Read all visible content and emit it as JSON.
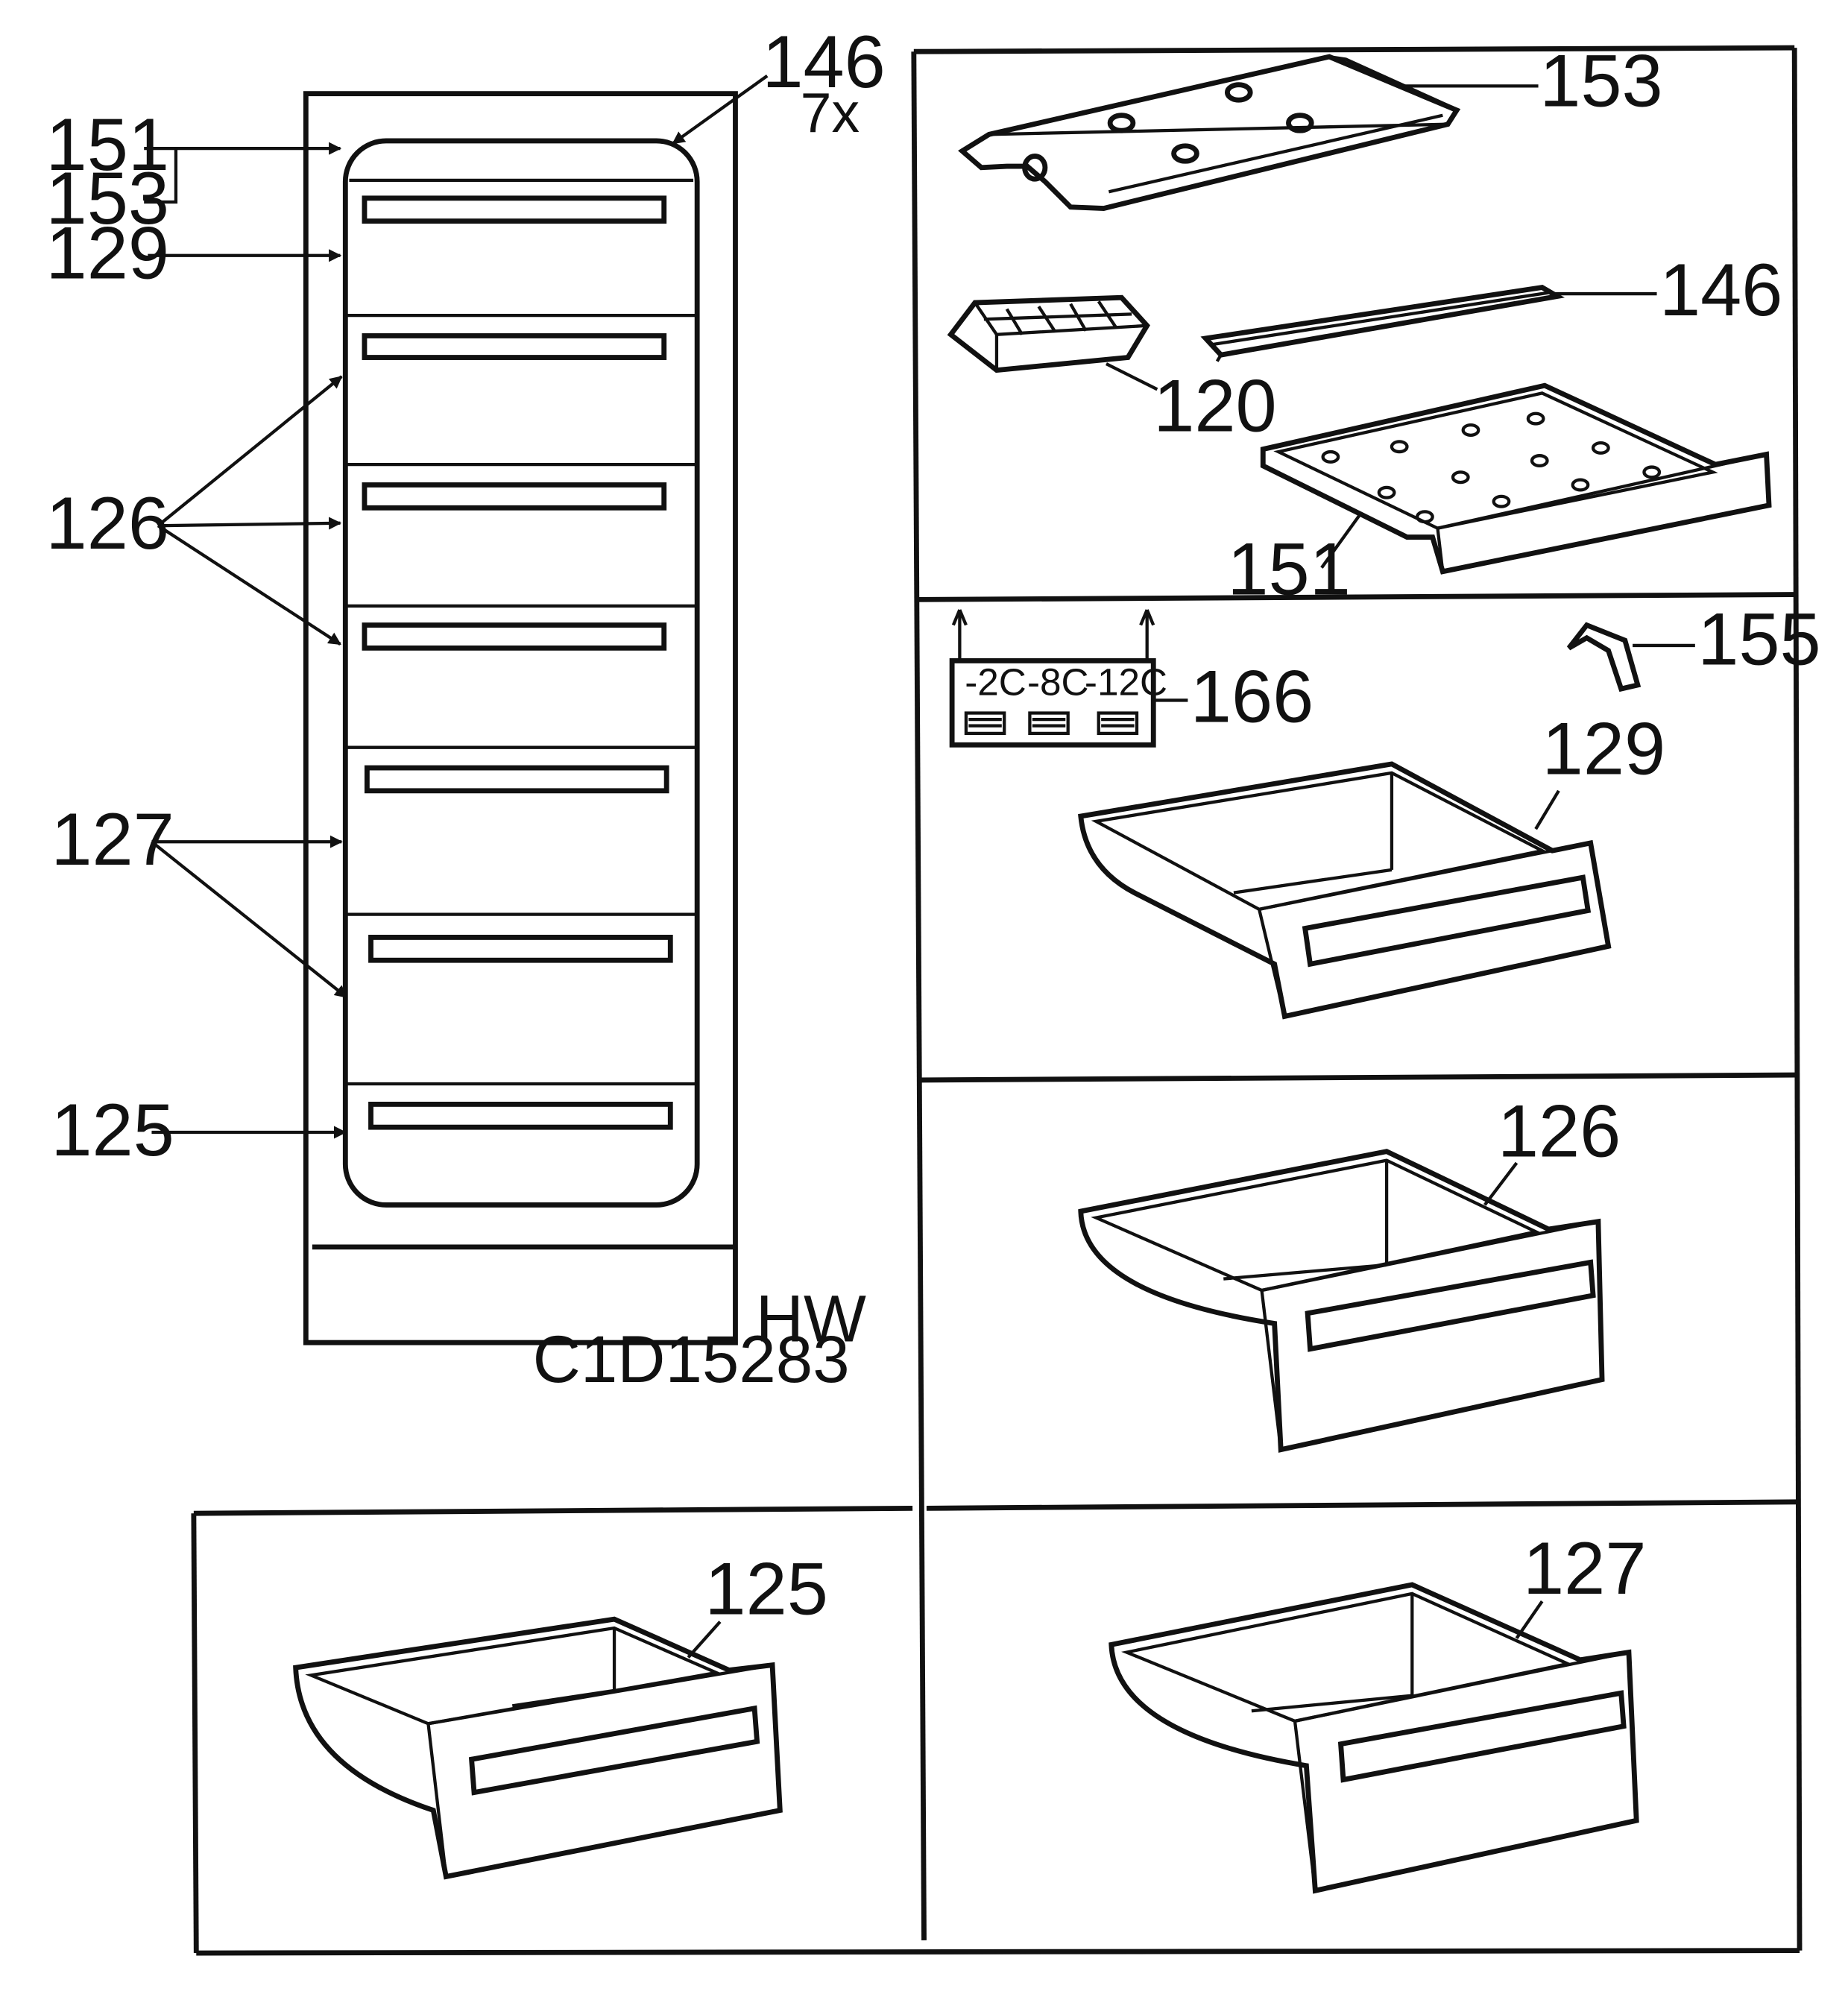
{
  "labels": {
    "p151_left": "151",
    "p153_left": "153",
    "p129_left": "129",
    "p126_left": "126",
    "p127_left": "127",
    "p125_left": "125",
    "p146_left": "146",
    "qty_7x": "7x",
    "hw": "HW",
    "drawing_code": "C1D15283",
    "p153": "153",
    "p146": "146",
    "p120": "120",
    "p151": "151",
    "p166": "166",
    "p155": "155",
    "p129": "129",
    "p126": "126",
    "p125": "125",
    "p127": "127"
  },
  "selector_166": {
    "settings": [
      "-2C",
      "-8C",
      "-12C"
    ]
  },
  "colors": {
    "line": "#111111",
    "background": "#ffffff"
  }
}
